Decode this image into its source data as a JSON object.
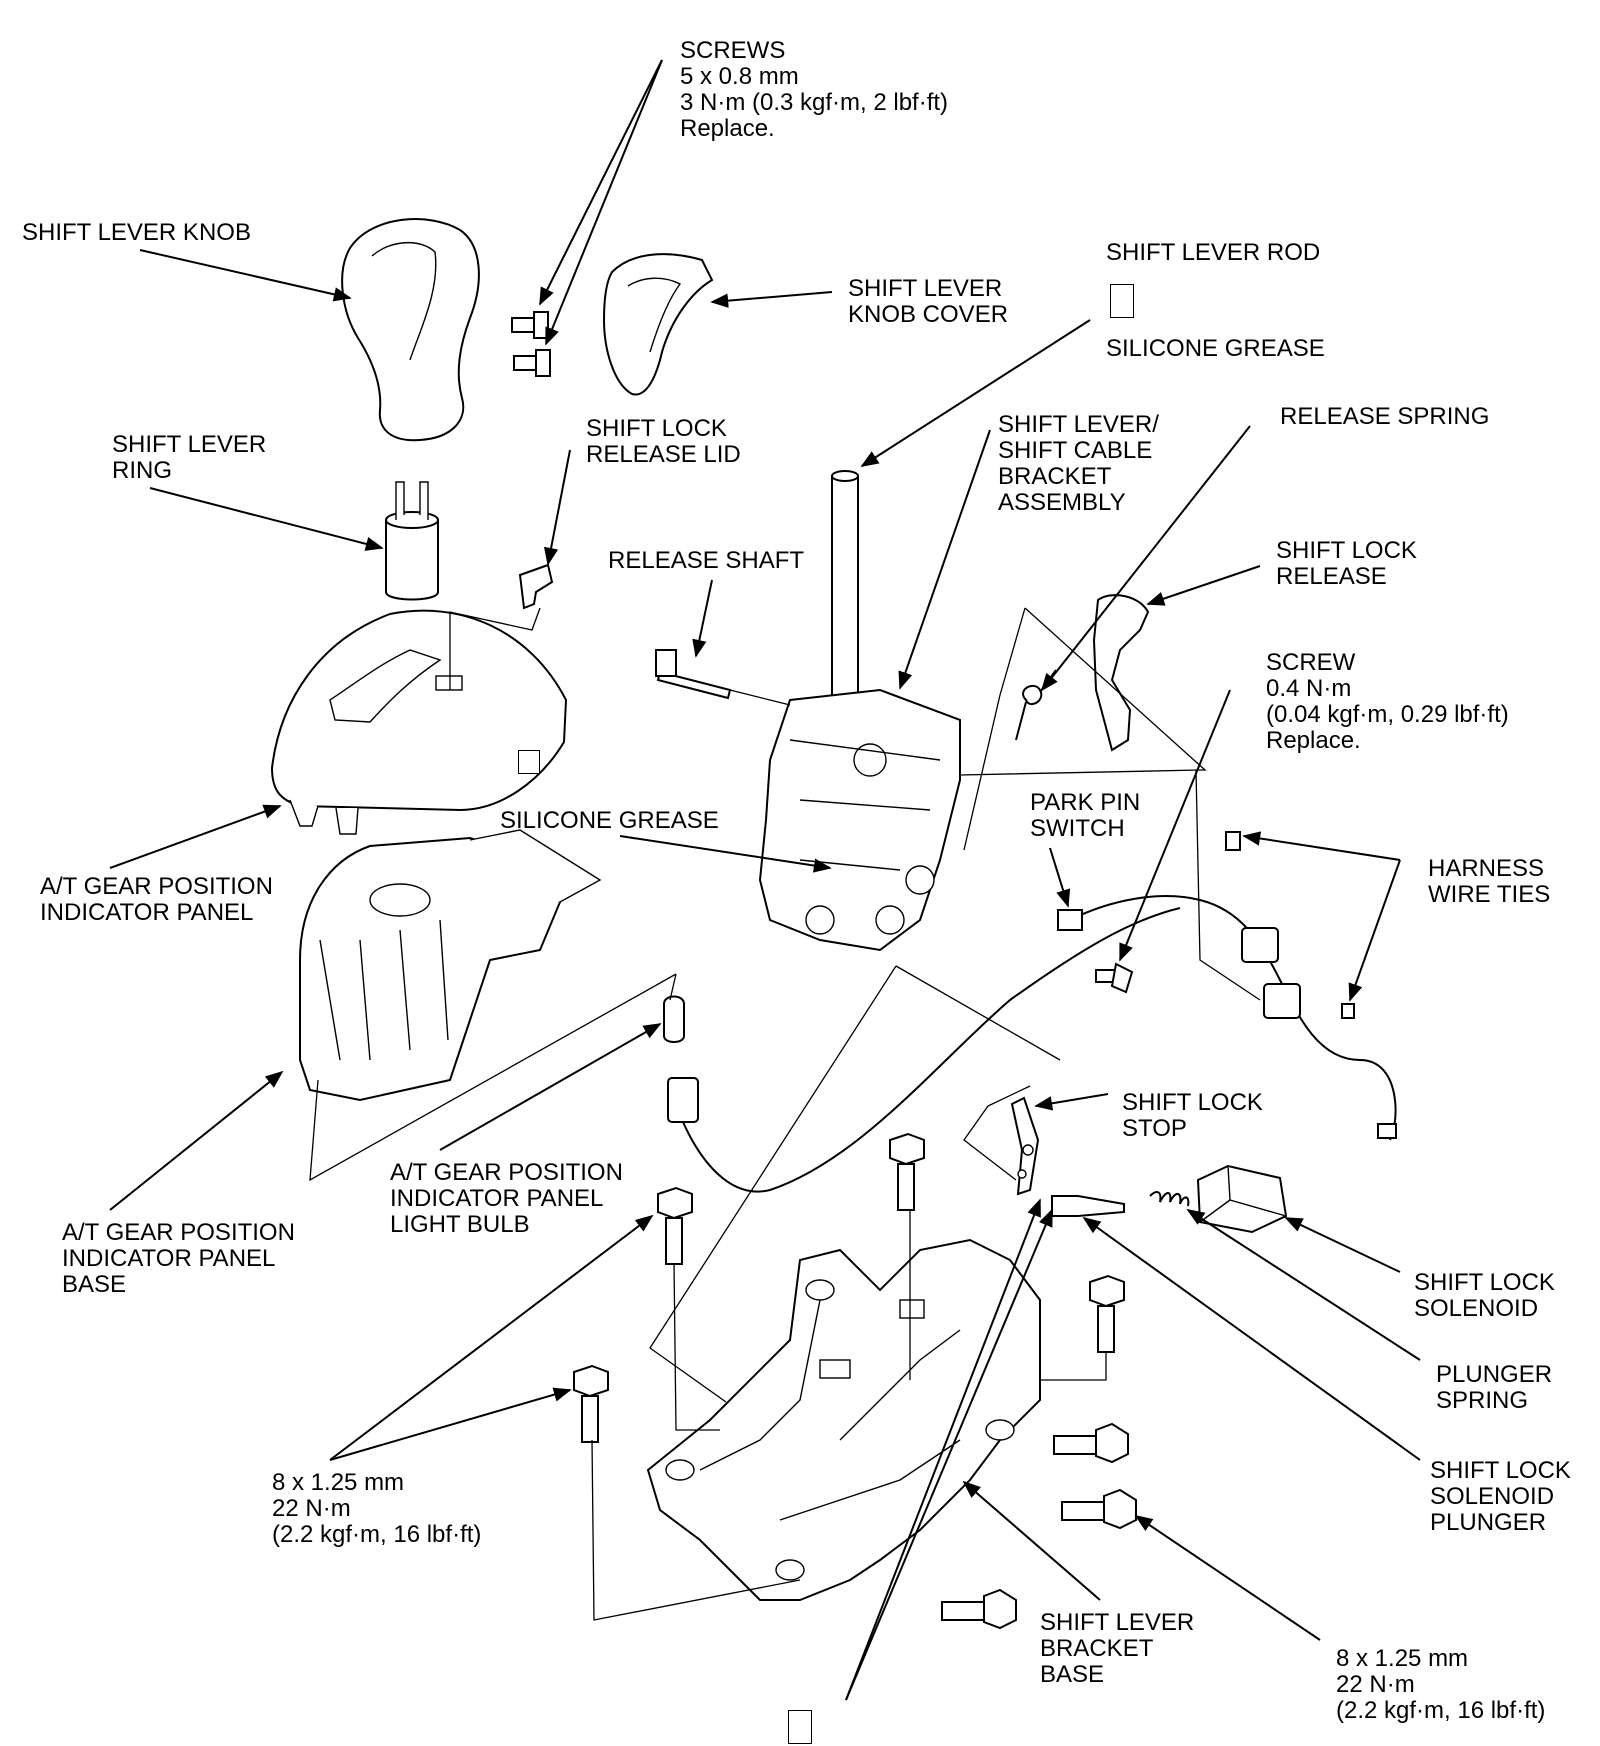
{
  "labels": {
    "screws_top": [
      "SCREWS",
      "5 x 0.8 mm",
      "3 N·m (0.3 kgf·m, 2 lbf·ft)",
      "Replace."
    ],
    "shift_lever_knob": [
      "SHIFT LEVER KNOB"
    ],
    "shift_lever_knob_cover": [
      "SHIFT LEVER",
      "KNOB COVER"
    ],
    "shift_lever_rod": [
      "SHIFT LEVER ROD"
    ],
    "silicone_grease_top": [
      "SILICONE GREASE"
    ],
    "shift_lever_ring": [
      "SHIFT LEVER",
      "RING"
    ],
    "shift_lock_release_lid": [
      "SHIFT LOCK",
      "RELEASE LID"
    ],
    "shift_lever_bracket_assembly": [
      "SHIFT LEVER/",
      "SHIFT CABLE",
      "BRACKET",
      "ASSEMBLY"
    ],
    "release_spring": [
      "RELEASE SPRING"
    ],
    "release_shaft": [
      "RELEASE SHAFT"
    ],
    "shift_lock_release": [
      "SHIFT LOCK",
      "RELEASE"
    ],
    "screw_right": [
      "SCREW",
      "0.4 N·m",
      "(0.04 kgf·m, 0.29 lbf·ft)",
      "Replace."
    ],
    "park_pin_switch": [
      "PARK PIN",
      "SWITCH"
    ],
    "silicone_grease_mid": [
      "SILICONE GREASE"
    ],
    "harness_wire_ties": [
      "HARNESS",
      "WIRE TIES"
    ],
    "indicator_panel": [
      "A/T GEAR POSITION",
      "INDICATOR PANEL"
    ],
    "shift_lock_stop": [
      "SHIFT LOCK",
      "STOP"
    ],
    "light_bulb": [
      "A/T GEAR POSITION",
      "INDICATOR PANEL",
      "LIGHT BULB"
    ],
    "indicator_panel_base": [
      "A/T GEAR POSITION",
      "INDICATOR PANEL",
      "BASE"
    ],
    "shift_lock_solenoid": [
      "SHIFT LOCK",
      "SOLENOID"
    ],
    "plunger_spring": [
      "PLUNGER",
      "SPRING"
    ],
    "bolts_left": [
      "8 x 1.25 mm",
      "22 N·m",
      "(2.2 kgf·m, 16 lbf·ft)"
    ],
    "shift_lock_solenoid_plunger": [
      "SHIFT LOCK",
      "SOLENOID",
      "PLUNGER"
    ],
    "shift_lever_bracket_base": [
      "SHIFT LEVER",
      "BRACKET",
      "BASE"
    ],
    "bolts_right": [
      "8 x 1.25 mm",
      "22 N·m",
      "(2.2 kgf·m, 16 lbf·ft)"
    ]
  }
}
